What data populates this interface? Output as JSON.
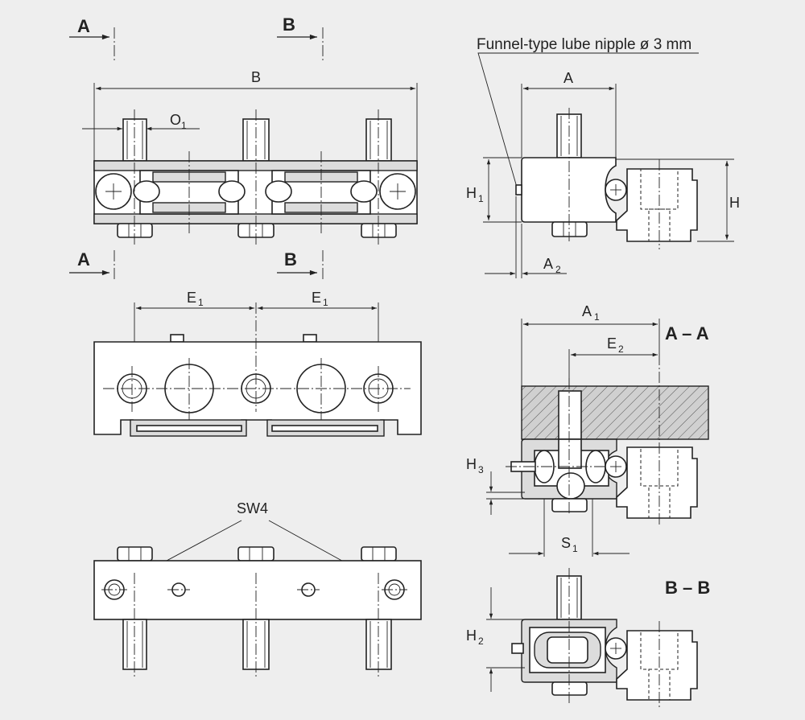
{
  "section_marks": {
    "a": "A",
    "b": "B"
  },
  "dimensions": {
    "b": "B",
    "o1_main": "O",
    "o1_sub": "1",
    "a": "A",
    "h1_main": "H",
    "h1_sub": "1",
    "h": "H",
    "a2_main": "A",
    "a2_sub": "2",
    "e1_main": "E",
    "e1_sub": "1",
    "a1_main": "A",
    "a1_sub": "1",
    "e2_main": "E",
    "e2_sub": "2",
    "h3_main": "H",
    "h3_sub": "3",
    "s1_main": "S",
    "s1_sub": "1",
    "h2_main": "H",
    "h2_sub": "2"
  },
  "callouts": {
    "lube_nipple": "Funnel-type lube nipple ø 3 mm",
    "sw4": "SW4"
  },
  "section_titles": {
    "aa": "A – A",
    "bb": "B – B"
  }
}
